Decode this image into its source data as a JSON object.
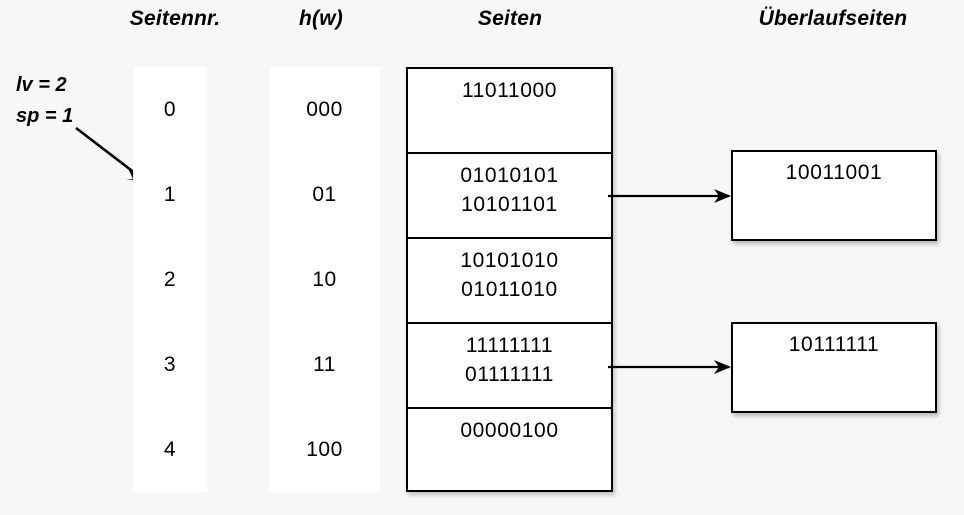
{
  "headers": {
    "page_number": "Seitennr.",
    "hash": "h(w)",
    "pages": "Seiten",
    "overflow_pages": "Überlaufseiten"
  },
  "annotations": {
    "level": "lv = 2",
    "split_pointer": "sp = 1",
    "pointer_icon": "diagonal-arrow"
  },
  "rows": [
    {
      "page_number": "0",
      "hash": "000"
    },
    {
      "page_number": "1",
      "hash": "01"
    },
    {
      "page_number": "2",
      "hash": "10"
    },
    {
      "page_number": "3",
      "hash": "11"
    },
    {
      "page_number": "4",
      "hash": "100"
    }
  ],
  "pages": [
    {
      "entries": [
        "11011000"
      ]
    },
    {
      "entries": [
        "01010101",
        "10101101"
      ]
    },
    {
      "entries": [
        "10101010",
        "01011010"
      ]
    },
    {
      "entries": [
        "11111111",
        "01111111"
      ]
    },
    {
      "entries": [
        "00000100"
      ]
    }
  ],
  "overflow": [
    {
      "from_page": "1",
      "entries": [
        "10011001"
      ]
    },
    {
      "from_page": "3",
      "entries": [
        "10111111"
      ]
    }
  ],
  "colors": {
    "background": "#f7f7f7",
    "surface": "#ffffff",
    "stroke": "#000000",
    "text": "#000000"
  }
}
